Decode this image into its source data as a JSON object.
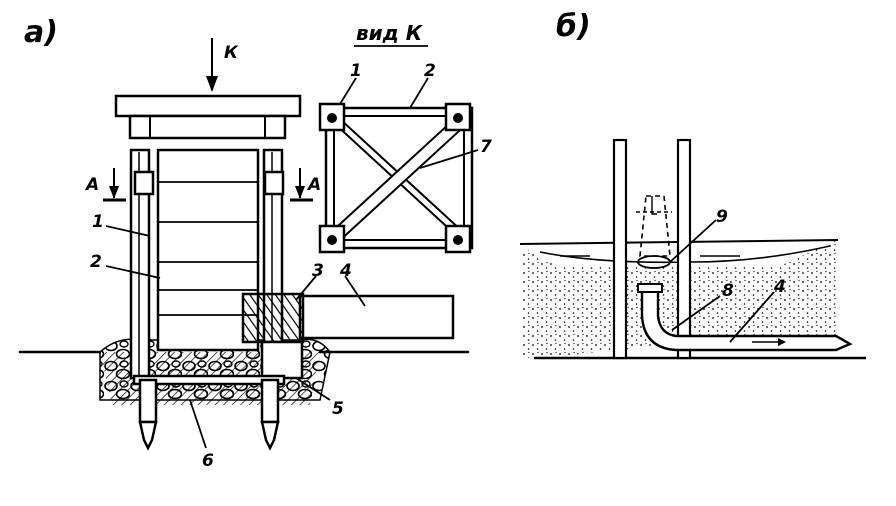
{
  "panels": [
    {
      "id": "a",
      "label": "а)"
    },
    {
      "id": "b",
      "label": "б)"
    }
  ],
  "view_k": {
    "title": "вид К"
  },
  "arrows": {
    "k": "К",
    "section_left": "А",
    "section_right": "А"
  },
  "callouts_a": [
    "1",
    "2",
    "3",
    "4",
    "5",
    "6"
  ],
  "callouts_view": [
    "1",
    "2",
    "7"
  ],
  "callouts_b": [
    "9",
    "8",
    "4"
  ]
}
